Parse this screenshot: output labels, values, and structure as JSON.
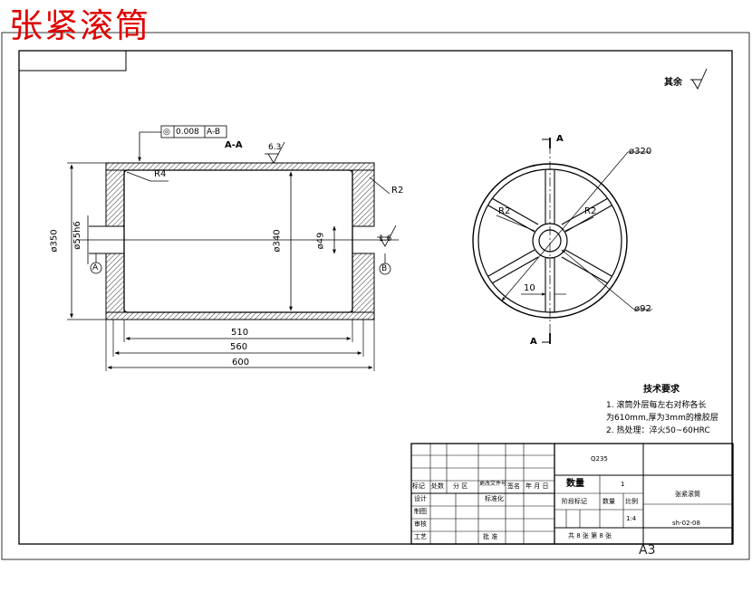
{
  "title": "张紧滚筒",
  "surface_note": {
    "label": "其余"
  },
  "section_view": {
    "label": "A-A",
    "geometric_tolerance": {
      "symbol": "◎",
      "value": "0.008",
      "datum": "A-B"
    },
    "roughness_top": "6.3",
    "roughness_right": "1.6",
    "dimensions": {
      "outer_diameter": "ø350",
      "bore_diameter_left": "ø55h6",
      "inner_diameter": "ø340",
      "bore_diameter_right": "ø49",
      "inner_length": "510",
      "middle_length": "560",
      "overall_length": "600",
      "radius_left": "R4",
      "radius_right": "R2"
    },
    "datums": {
      "left": "A",
      "right": "B"
    }
  },
  "end_view": {
    "section_marks": [
      "A",
      "A"
    ],
    "dimensions": {
      "outer_diameter": "ø320",
      "hub_diameter": "ø92",
      "radius_left": "R2",
      "radius_right": "R2",
      "spoke_width": "10"
    }
  },
  "technical_requirements": {
    "heading": "技术要求",
    "items": [
      "1. 滚筒外层每左右对称各长",
      "为610mm,厚为3mm的橡胶层",
      "2. 热处理：淬火50~60HRC"
    ]
  },
  "title_block": {
    "material": "Q235",
    "headers": {
      "mark": "标记",
      "count": "处数",
      "zone": "分 区",
      "doc_no": "更改文件号",
      "sign": "签名",
      "ymd": "年 月 日",
      "design": "设计",
      "standardization": "标准化",
      "drafting": "制图",
      "review": "审核",
      "process": "工艺",
      "approve": "批 准"
    },
    "quantity_label": "数量",
    "quantity_value": "1",
    "stage_mark_label": "阶段标记",
    "weight_label": "数量",
    "scale_label": "比例",
    "scale_value": "1:4",
    "drawing_name": "张紧滚筒",
    "drawing_number": "sh-02-08",
    "sheets": "共 8 张   第 8 张"
  },
  "sheet_size": "A3"
}
